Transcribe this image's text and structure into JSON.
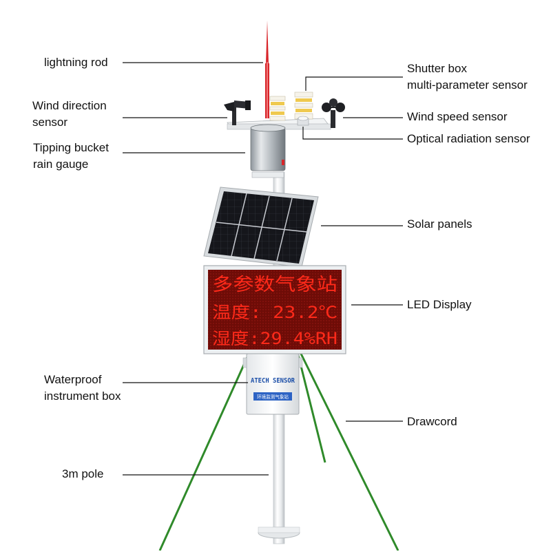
{
  "labels": {
    "lightning_rod": "lightning rod",
    "wind_direction_1": "Wind direction",
    "wind_direction_2": "sensor",
    "rain_gauge_1": "Tipping bucket",
    "rain_gauge_2": "rain gauge",
    "shutter_box_1": "Shutter box",
    "shutter_box_2": "multi-parameter sensor",
    "wind_speed": "Wind speed sensor",
    "optical_radiation": "Optical radiation sensor",
    "solar_panels": "Solar panels",
    "led_display": "LED Display",
    "instrument_box_1": "Waterproof",
    "instrument_box_2": "instrument box",
    "drawcord": "Drawcord",
    "pole": "3m pole"
  },
  "led": {
    "line1": "多参数气象站",
    "line2": "温度: 23.2℃",
    "line3": "湿度:29.4%RH"
  },
  "box": {
    "brand": "ATECH SENSOR",
    "plate": "环境监测气象站"
  },
  "colors": {
    "led_text": "#ff2a1a",
    "led_bg": "#7a0d08",
    "drawcord": "#2f8a2a",
    "rod": "#d8252a"
  }
}
